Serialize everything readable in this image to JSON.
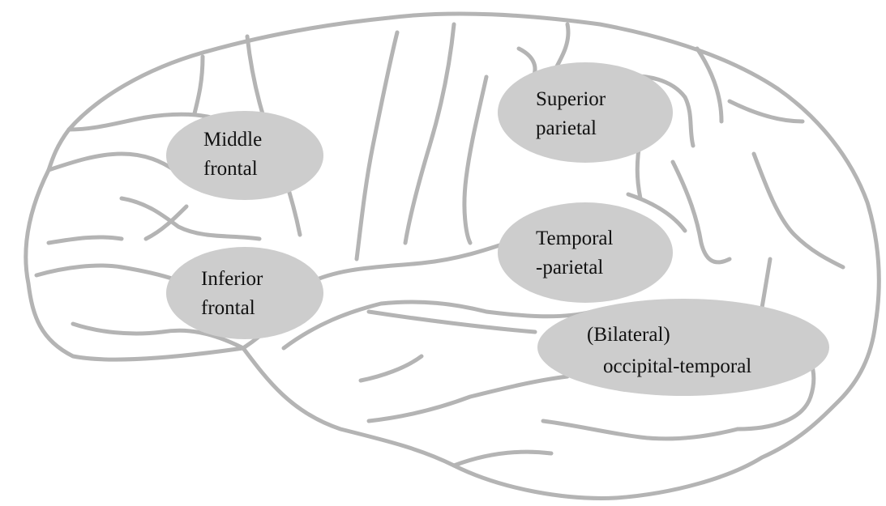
{
  "colors": {
    "background": "#ffffff",
    "brain_outline": "#b4b4b4",
    "region_fill": "#cdcdcd",
    "label_text": "#111111"
  },
  "regions": [
    {
      "id": "middle-frontal",
      "lines": [
        "Middle",
        "frontal"
      ]
    },
    {
      "id": "inferior-frontal",
      "lines": [
        "Inferior",
        "frontal"
      ]
    },
    {
      "id": "superior-parietal",
      "lines": [
        "Superior",
        "parietal"
      ]
    },
    {
      "id": "temporal-parietal",
      "lines": [
        "Temporal",
        "-parietal"
      ]
    },
    {
      "id": "occipital-temporal",
      "lines": [
        "(Bilateral)",
        "occipital-temporal"
      ]
    }
  ]
}
